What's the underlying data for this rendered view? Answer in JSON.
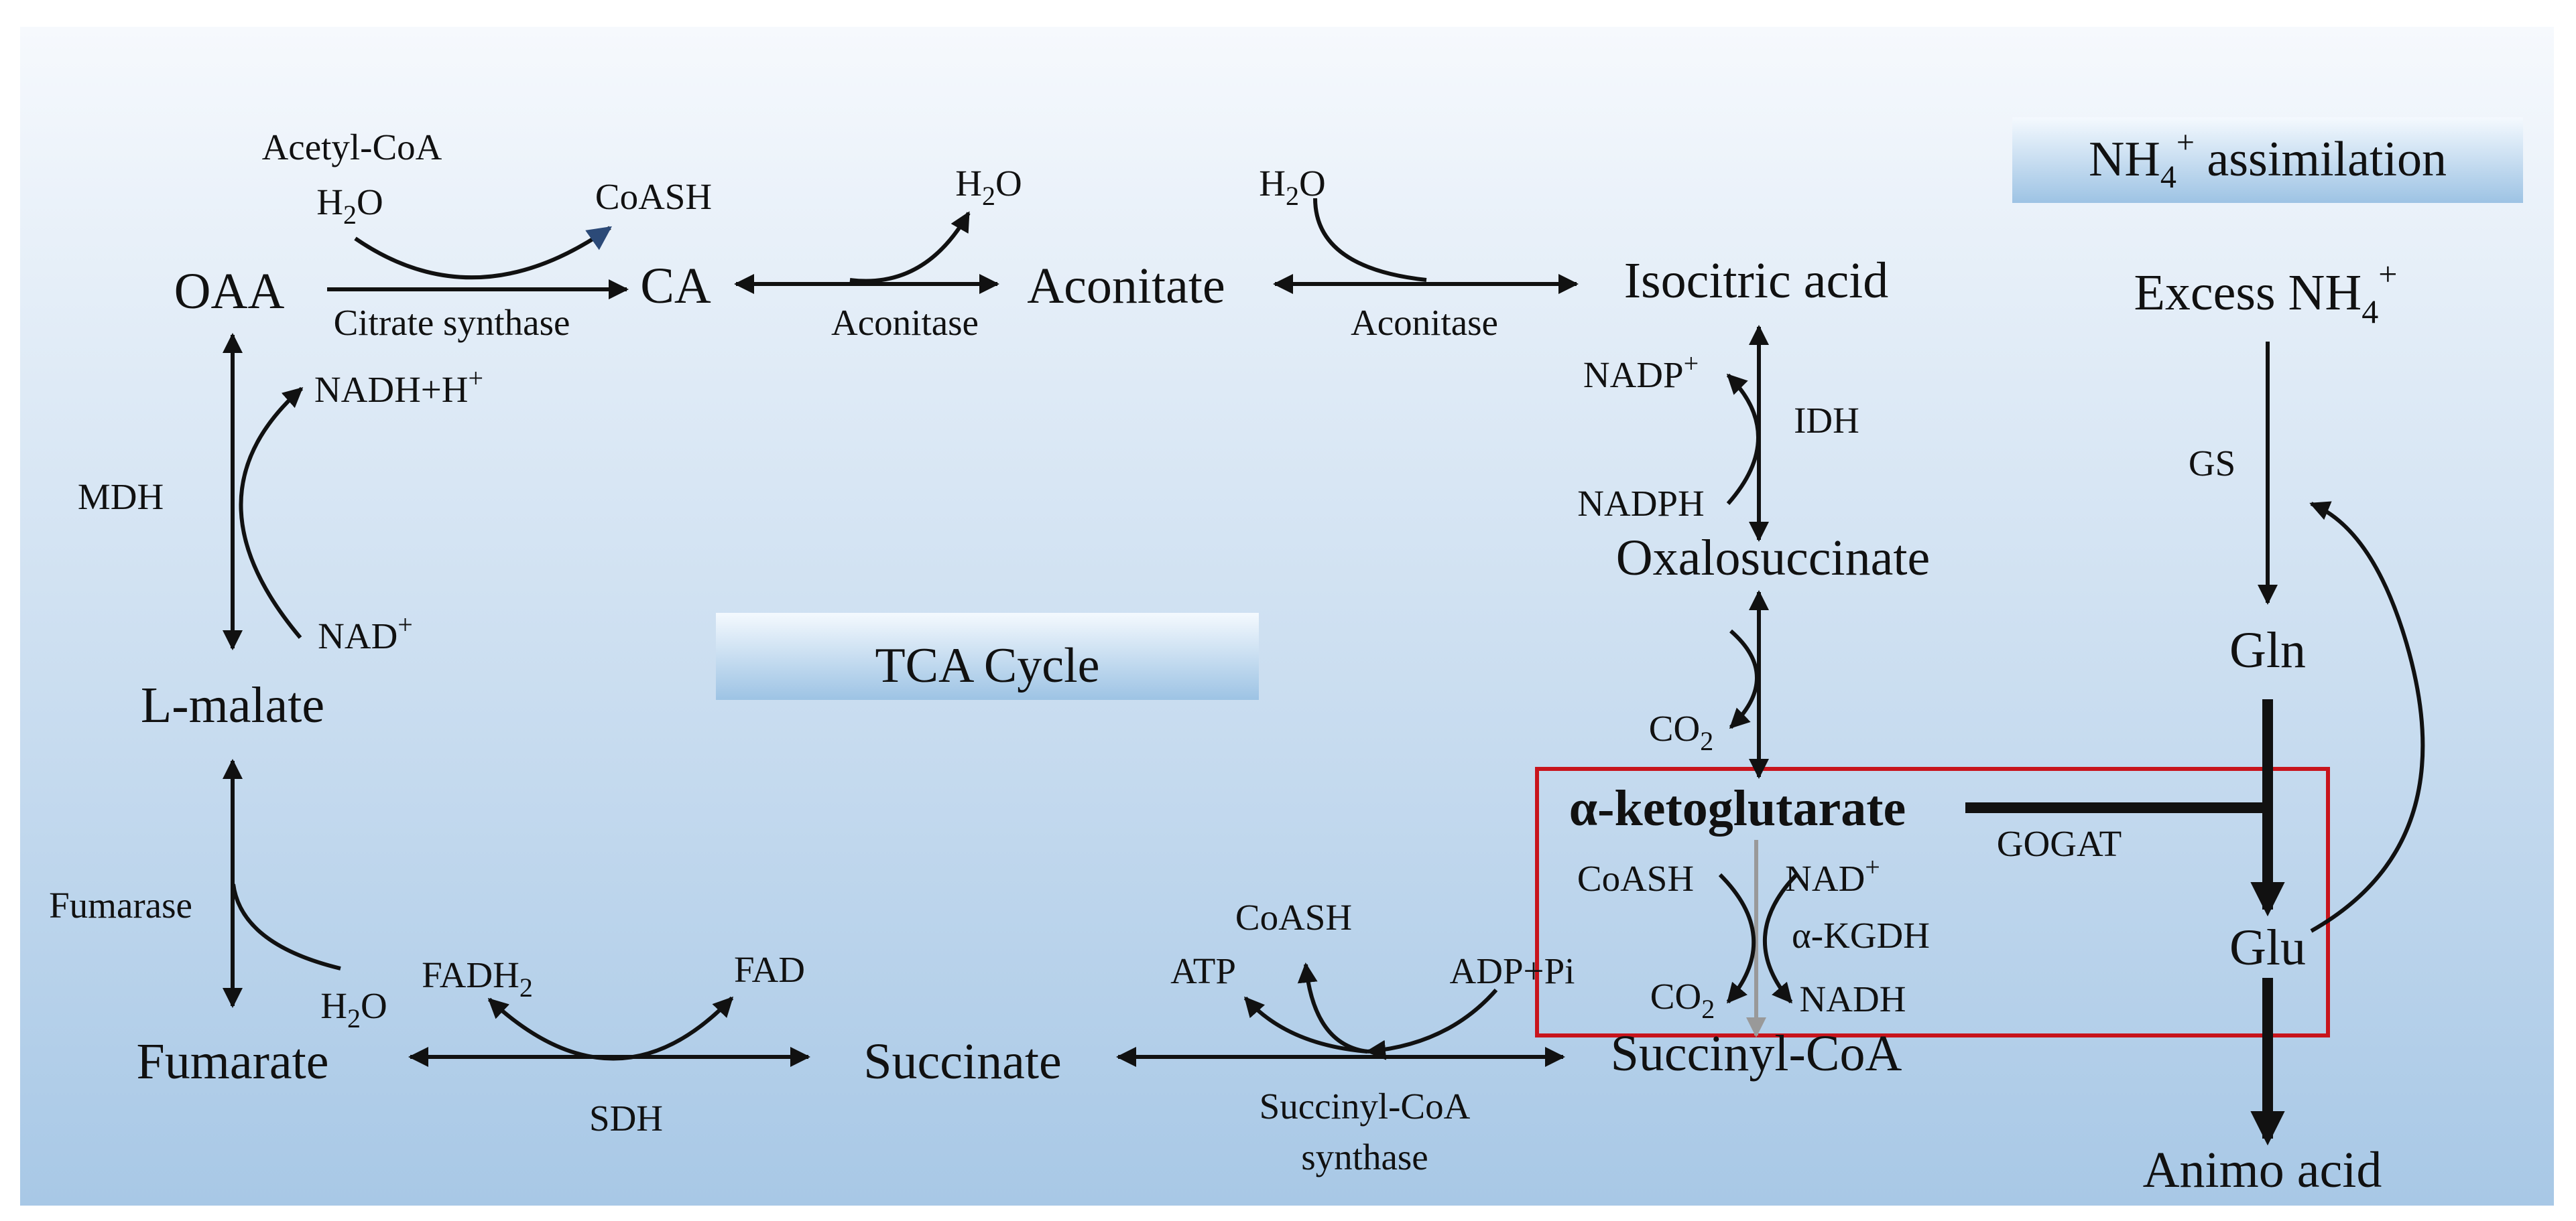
{
  "labels": {
    "tca_cycle": "TCA Cycle",
    "nh4_assimilation": "NH",
    "nh4_assimilation_sub": "4",
    "nh4_assimilation_sup": "+",
    "nh4_assimilation_rest": " assimilation"
  },
  "metabolites": {
    "oaa": "OAA",
    "ca": "CA",
    "aconitate": "Aconitate",
    "isocitric_acid": "Isocitric acid",
    "oxalosuccinate": "Oxalosuccinate",
    "alpha_kg": "α-ketoglutarate",
    "succinyl_coa": "Succinyl-CoA",
    "succinate": "Succinate",
    "fumarate": "Fumarate",
    "l_malate": "L-malate",
    "excess_nh4": "Excess NH",
    "excess_nh4_sub": "4",
    "excess_nh4_sup": "+",
    "gln": "Gln",
    "glu": "Glu",
    "animo_acid": "Animo acid"
  },
  "enzymes": {
    "citrate_synthase": "Citrate synthase",
    "aconitase_1": "Aconitase",
    "aconitase_2": "Aconitase",
    "idh": "IDH",
    "akgdh": "α-KGDH",
    "succinyl_coa_synthase_1": "Succinyl-CoA",
    "succinyl_coa_synthase_2": "synthase",
    "sdh": "SDH",
    "fumarase": "Fumarase",
    "mdh": "MDH",
    "gs": "GS",
    "gogat": "GOGAT"
  },
  "cofactors": {
    "acetyl_coa": "Acetyl-CoA",
    "h2o_cs": "H",
    "h2o_cs_sub": "2",
    "h2o_cs_rest": "O",
    "coash_cs": "CoASH",
    "h2o_acon1": "H",
    "h2o_acon1_sub": "2",
    "h2o_acon1_rest": "O",
    "h2o_acon2": "H",
    "h2o_acon2_sub": "2",
    "h2o_acon2_rest": "O",
    "nadp": "NADP",
    "nadp_sup": "+",
    "nadph": "NADPH",
    "co2_ox": "CO",
    "co2_ox_sub": "2",
    "coash_kg": "CoASH",
    "nad_kg": "NAD",
    "nad_kg_sup": "+",
    "co2_kg": "CO",
    "co2_kg_sub": "2",
    "nadh_kg": "NADH",
    "coash_scs": "CoASH",
    "atp": "ATP",
    "adp_pi": "ADP+Pi",
    "fadh2": "FADH",
    "fadh2_sub": "2",
    "fad": "FAD",
    "h2o_fum": "H",
    "h2o_fum_sub": "2",
    "h2o_fum_rest": "O",
    "nadh_h": "NADH+H",
    "nadh_h_sup": "+",
    "nad_mdh": "NAD",
    "nad_mdh_sup": "+"
  },
  "colors": {
    "text": "#111111",
    "highlight_box": "#c8141c",
    "bg_top": "#f6f9fd",
    "bg_bottom": "#a8c8e6",
    "label_box_top": "#f4f9fe",
    "label_box_bottom": "#9dc3e4",
    "akgdh_arrow": "#999999"
  }
}
